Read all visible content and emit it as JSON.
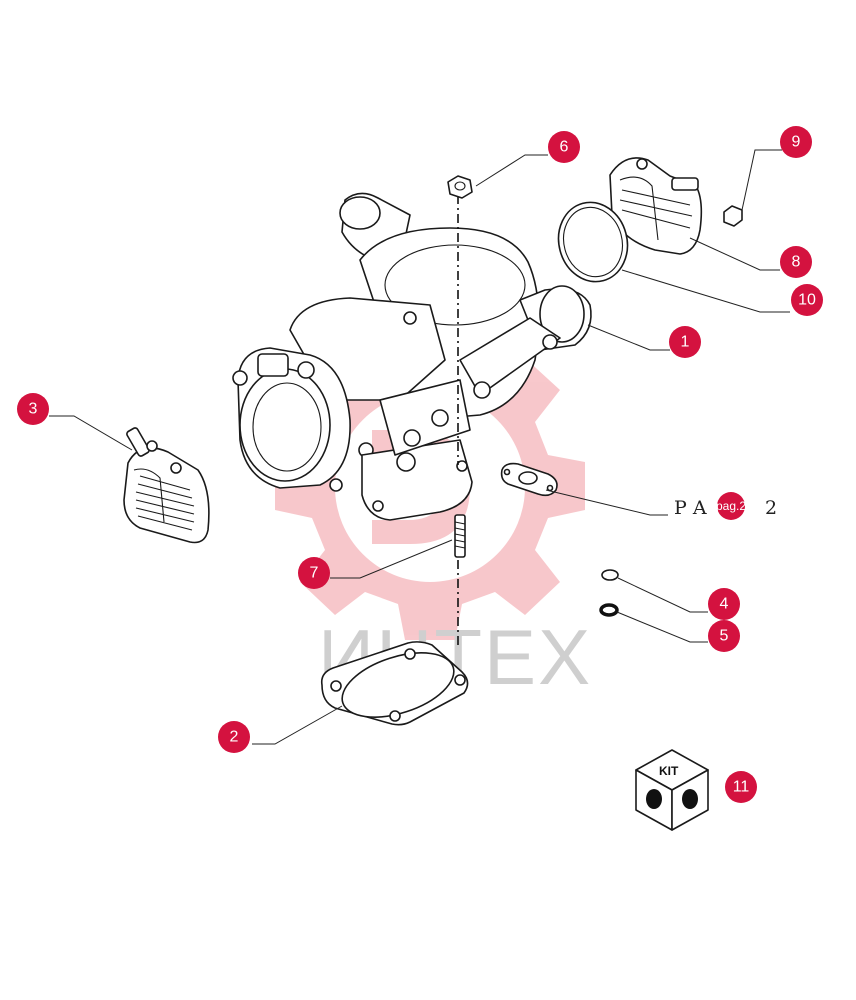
{
  "watermark": {
    "text": "ИНТЕХ",
    "color": "#f0a0a8"
  },
  "reference": {
    "text": "P A",
    "page_tag": "pag.2",
    "number": "2"
  },
  "kit": {
    "label": "KIT"
  },
  "callouts": [
    {
      "id": "1",
      "name": "turbo-body"
    },
    {
      "id": "2",
      "name": "flange-gasket"
    },
    {
      "id": "3",
      "name": "left-clamp"
    },
    {
      "id": "4",
      "name": "o-ring-small"
    },
    {
      "id": "5",
      "name": "o-ring-thick"
    },
    {
      "id": "6",
      "name": "nut"
    },
    {
      "id": "7",
      "name": "stud"
    },
    {
      "id": "8",
      "name": "right-clamp"
    },
    {
      "id": "9",
      "name": "clamp-nut"
    },
    {
      "id": "10",
      "name": "large-o-ring"
    },
    {
      "id": "11",
      "name": "repair-kit"
    }
  ],
  "colors": {
    "callout": "#d4123f",
    "line": "#1a1a1a"
  }
}
